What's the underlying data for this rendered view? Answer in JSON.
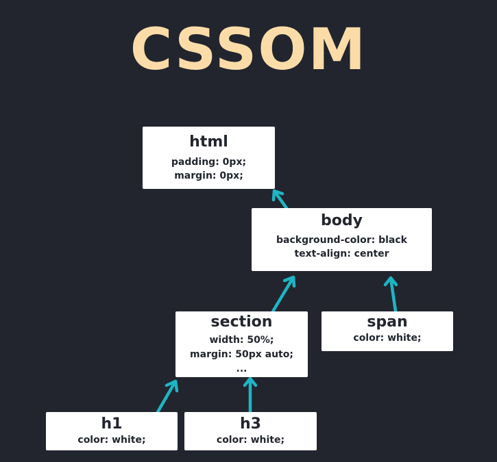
{
  "title": "CSSOM",
  "colors": {
    "background": "#22252e",
    "title": "#fbdca8",
    "node_fill": "#ffffff",
    "node_text": "#22252e",
    "arrow": "#1eb5c4"
  },
  "nodes": {
    "html": {
      "name": "html",
      "rules": [
        "padding: 0px;",
        "margin: 0px;"
      ]
    },
    "body": {
      "name": "body",
      "rules": [
        "background-color: black",
        "text-align: center"
      ]
    },
    "section": {
      "name": "section",
      "rules": [
        "width: 50%;",
        "margin: 50px auto;",
        "..."
      ]
    },
    "span": {
      "name": "span",
      "rules": [
        "color: white;"
      ]
    },
    "h1": {
      "name": "h1",
      "rules": [
        "color: white;"
      ]
    },
    "h3": {
      "name": "h3",
      "rules": [
        "color: white;"
      ]
    }
  },
  "edges": [
    {
      "from": "body",
      "to": "html"
    },
    {
      "from": "section",
      "to": "body"
    },
    {
      "from": "span",
      "to": "body"
    },
    {
      "from": "h1",
      "to": "section"
    },
    {
      "from": "h3",
      "to": "section"
    }
  ]
}
